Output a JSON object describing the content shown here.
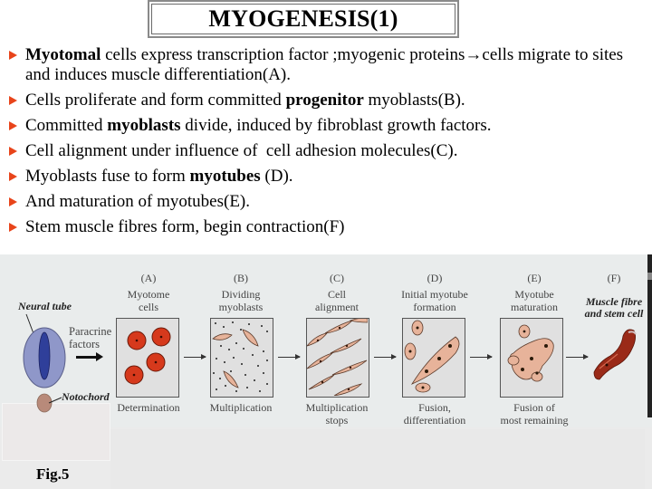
{
  "slide": {
    "title": "MYOGENESIS(1)",
    "bullets": [
      {
        "parts": [
          {
            "text": "Myotomal",
            "bold": true
          },
          {
            "text": " cells express transcription factor ;myogenic proteins",
            "bold": false
          },
          {
            "text": "→",
            "bold": true
          },
          {
            "text": "cells migrate to sites and induces muscle differentiation(A).",
            "bold": false
          }
        ]
      },
      {
        "parts": [
          {
            "text": "Cells proliferate and form committed ",
            "bold": false
          },
          {
            "text": "progenitor",
            "bold": true
          },
          {
            "text": " myoblasts(B).",
            "bold": false
          }
        ]
      },
      {
        "parts": [
          {
            "text": "Committed ",
            "bold": false
          },
          {
            "text": "myoblasts",
            "bold": true
          },
          {
            "text": " divide, induced by fibroblast growth factors.",
            "bold": false
          }
        ]
      },
      {
        "parts": [
          {
            "text": "Cell alignment under influence of  cell adhesion molecules(C).",
            "bold": false
          }
        ]
      },
      {
        "parts": [
          {
            "text": "Myoblasts fuse to form ",
            "bold": false
          },
          {
            "text": "myotubes",
            "bold": true
          },
          {
            "text": " (D).",
            "bold": false
          }
        ]
      },
      {
        "parts": [
          {
            "text": "And maturation of myotubes(E).",
            "bold": false
          }
        ]
      },
      {
        "parts": [
          {
            "text": "Stem muscle fibres form, begin contraction(F)",
            "bold": false
          }
        ]
      }
    ],
    "bullet_color": "#e8441a"
  },
  "figure": {
    "caption": "Fig.5",
    "neural_tube_label": "Neural tube",
    "notochord_label": "Notochord",
    "paracrine_label_1": "Paracrine",
    "paracrine_label_2": "factors",
    "stages": [
      {
        "letter": "(A)",
        "title_1": "Myotome",
        "title_2": "cells",
        "bottom_1": "Determination",
        "bottom_2": ""
      },
      {
        "letter": "(B)",
        "title_1": "Dividing",
        "title_2": "myoblasts",
        "bottom_1": "Multiplication",
        "bottom_2": ""
      },
      {
        "letter": "(C)",
        "title_1": "Cell",
        "title_2": "alignment",
        "bottom_1": "Multiplication",
        "bottom_2": "stops"
      },
      {
        "letter": "(D)",
        "title_1": "Initial myotube",
        "title_2": "formation",
        "bottom_1": "Fusion,",
        "bottom_2": "differentiation"
      },
      {
        "letter": "(E)",
        "title_1": "Myotube",
        "title_2": "maturation",
        "bottom_1": "Fusion of",
        "bottom_2": "most remaining"
      },
      {
        "letter": "(F)",
        "title_1": "Muscle fibre",
        "title_2": "and stem cell",
        "bottom_1": "",
        "bottom_2": ""
      }
    ],
    "colors": {
      "background": "#e9ecec",
      "neural_tube": "#8f97c9",
      "neural_canal": "#2f3f9a",
      "notochord": "#b88a7a",
      "myotome_cell": "#d6391c",
      "myoblast": "#e7b39a",
      "muscle_fibre": "#9a2a18"
    }
  }
}
